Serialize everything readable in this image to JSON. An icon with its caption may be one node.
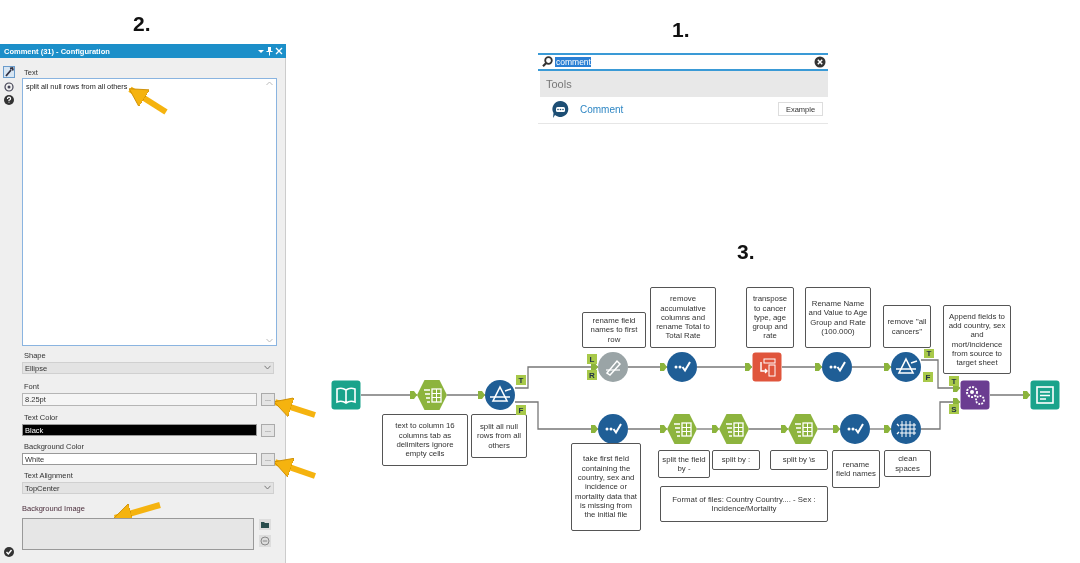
{
  "diagram": {
    "nodes": [
      {
        "text": [
          "split all null rows from all others"
        ]
      },
      {
        "text": [
          "..."
        ]
      },
      {
        "text": [
          "..."
        ]
      },
      {
        "text": [],
        "shape": "box",
        "beside": [
          "Background Image"
        ]
      },
      {
        "text": [],
        "shape": "box"
      },
      {
        "text": [],
        "shape": "hexagon"
      },
      {
        "text": [],
        "shape": "circle"
      },
      {
        "text": [],
        "shape": "circle"
      },
      {
        "text": [],
        "shape": "circle"
      },
      {
        "text": [],
        "shape": "box"
      },
      {
        "text": [],
        "shape": "circle"
      },
      {
        "text": [],
        "shape": "circle"
      },
      {
        "text": [],
        "shape": "box"
      },
      {
        "text": [],
        "shape": "box"
      },
      {
        "text": [],
        "shape": "circle"
      },
      {
        "text": [],
        "shape": "hexagon"
      },
      {
        "text": [],
        "shape": "hexagon"
      },
      {
        "text": [],
        "shape": "hexagon"
      },
      {
        "text": [],
        "shape": "circle"
      },
      {
        "text": [],
        "shape": "circle"
      },
      {
        "text": [
          "text to column 16 columns tab as delimiters ignore empty cells"
        ]
      },
      {
        "text": [
          "split all null rows from all others"
        ]
      },
      {
        "text": [
          "rename field names to first row"
        ]
      },
      {
        "text": [
          "remove accumulative columns and rename Total to Total Rate"
        ]
      },
      {
        "text": [
          "transpose to cancer type, age group and rate"
        ]
      },
      {
        "text": [
          "Rename Name and Value to Age Group and Rate (100.000)"
        ]
      },
      {
        "text": [
          "remove ''all cancers''"
        ]
      },
      {
        "text": [
          "Append fields to add country, sex and mort/incidence from source to target sheet"
        ]
      },
      {
        "text": [
          "take first field containing the country, sex and incidence or mortality data that is missing from the initial file"
        ]
      },
      {
        "text": [
          "split the field by -"
        ]
      },
      {
        "text": [
          "split by :"
        ]
      },
      {
        "text": [
          "split by \\s"
        ]
      },
      {
        "text": [
          "rename field names"
        ]
      },
      {
        "text": [
          "clean spaces"
        ]
      },
      {
        "text": [
          "Format of files: Country Country.... - Sex : Incidence/Mortality"
        ]
      },
      {
        "text": [
          "..."
        ]
      }
    ],
    "edges": [
      {
        "from": 4,
        "to": 5,
        "arrow": "to"
      },
      {
        "from": 5,
        "to": 6,
        "arrow": "to"
      },
      {
        "from": 6,
        "to": 7,
        "arrow": "to"
      },
      {
        "from": 7,
        "to": 8,
        "arrow": "to"
      },
      {
        "from": 8,
        "to": 9,
        "arrow": "to"
      },
      {
        "from": 9,
        "to": 10,
        "arrow": "to"
      },
      {
        "from": 10,
        "to": 11,
        "arrow": "to"
      },
      {
        "from": 11,
        "to": 12,
        "arrow": "to"
      },
      {
        "from": 6,
        "to": 14,
        "arrow": "to"
      },
      {
        "from": 14,
        "to": 15,
        "arrow": "to"
      },
      {
        "from": 15,
        "to": 16,
        "arrow": "to"
      },
      {
        "from": 16,
        "to": 17,
        "arrow": "to"
      },
      {
        "from": 17,
        "to": 18,
        "arrow": "to"
      },
      {
        "from": 18,
        "to": 19,
        "arrow": "to"
      },
      {
        "from": 19,
        "to": 12,
        "arrow": "to"
      },
      {
        "from": 12,
        "to": 13,
        "arrow": "to"
      },
      {
        "from": null,
        "to": 0,
        "arrow": "to",
        "style": "thick",
        "color": "#f5b30f"
      },
      {
        "from": null,
        "to": 1,
        "arrow": "to",
        "style": "thick",
        "color": "#f5b30f"
      },
      {
        "from": null,
        "to": 2,
        "arrow": "to",
        "style": "thick",
        "color": "#f5b30f"
      },
      {
        "from": null,
        "to": 3,
        "arrow": "to",
        "style": "thick",
        "color": "#f5b30f"
      }
    ],
    "labels": [
      "2.",
      "Comment (31) - Configuration",
      "Text",
      "Shape",
      "Ellipse",
      "Font",
      "8.25pt",
      "Text Color",
      "Black",
      "Background Color",
      "White",
      "Text Alignment",
      "TopCenter",
      "1.",
      "comment",
      "Tools",
      "Comment",
      "Example",
      "3.",
      "T",
      "F",
      "L",
      "R",
      "T",
      "F",
      "T",
      "S"
    ]
  }
}
